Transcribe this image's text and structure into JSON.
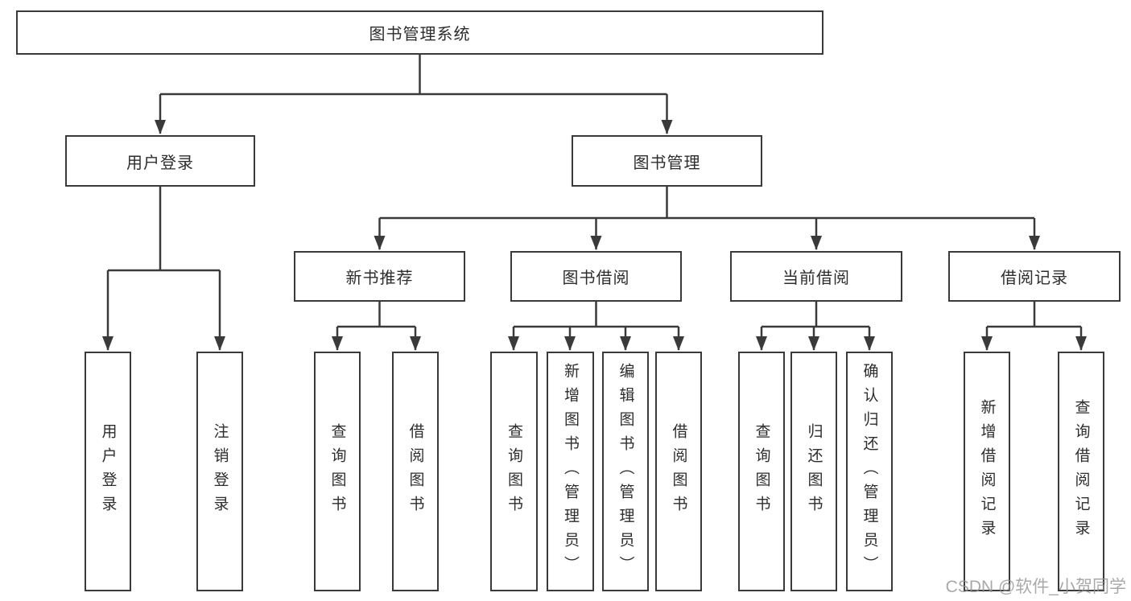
{
  "tree": {
    "root": {
      "label": "图书管理系统"
    },
    "level2": [
      {
        "label": "用户登录",
        "children": [
          {
            "label": "用户登录"
          },
          {
            "label": "注销登录"
          }
        ]
      },
      {
        "label": "图书管理",
        "children": [
          {
            "label": "新书推荐",
            "children": [
              {
                "label": "查询图书"
              },
              {
                "label": "借阅图书"
              }
            ]
          },
          {
            "label": "图书借阅",
            "children": [
              {
                "label": "查询图书"
              },
              {
                "label": "新增图书（管理员）"
              },
              {
                "label": "编辑图书（管理员）"
              },
              {
                "label": "借阅图书"
              }
            ]
          },
          {
            "label": "当前借阅",
            "children": [
              {
                "label": "查询图书"
              },
              {
                "label": "归还图书"
              },
              {
                "label": "确认归还（管理员）"
              }
            ]
          },
          {
            "label": "借阅记录",
            "children": [
              {
                "label": "新增借阅记录"
              },
              {
                "label": "查询借阅记录"
              }
            ]
          }
        ]
      }
    ]
  },
  "watermark": {
    "text": "CSDN @软件_小贺同学"
  },
  "colors": {
    "line": "#3a3a3a",
    "text": "#2d2d2d",
    "background": "#ffffff",
    "watermark": "#949494"
  }
}
